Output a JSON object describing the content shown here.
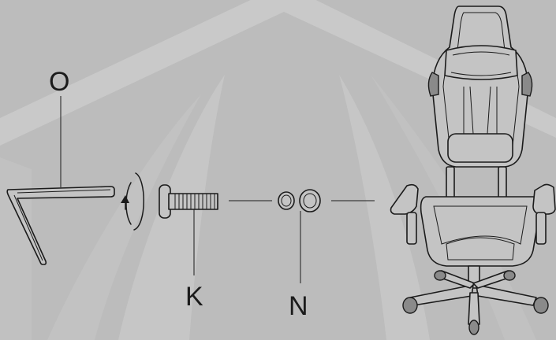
{
  "labels": {
    "o": "O",
    "k": "K",
    "n": "N"
  },
  "colors": {
    "background": "#bcbcbc",
    "watermark": "#c8c8c8",
    "line": "#1b1b1b"
  },
  "icons": [
    "allen-key-icon",
    "rotate-arrow-icon",
    "bolt-icon",
    "washer-icon",
    "chair-icon"
  ]
}
